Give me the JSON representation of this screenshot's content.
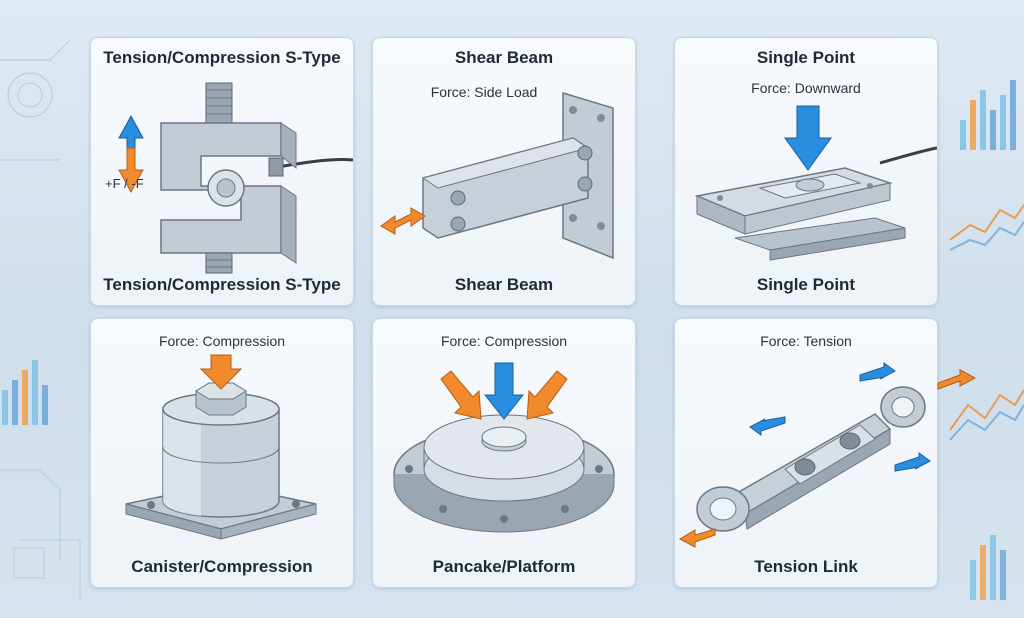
{
  "colors": {
    "orange": "#f08a2c",
    "blue": "#2a8ee0",
    "steel": "#b9c3cd",
    "steel_dark": "#7f8b97"
  },
  "cards": [
    {
      "title_top": "Tension/Compression S-Type",
      "title_bottom": "Tension/Compression S-Type",
      "force_label": "+F / -F"
    },
    {
      "title_top": "Shear Beam",
      "title_bottom": "Shear Beam",
      "force_label": "Force: Side Load"
    },
    {
      "title_top": "Single Point",
      "title_bottom": "Single Point",
      "force_label": "Force: Downward"
    },
    {
      "title_bottom": "Canister/Compression",
      "force_label": "Force: Compression"
    },
    {
      "title_bottom": "Pancake/Platform",
      "force_label": "Force: Compression"
    },
    {
      "title_bottom": "Tension Link",
      "force_label": "Force: Tension"
    }
  ]
}
